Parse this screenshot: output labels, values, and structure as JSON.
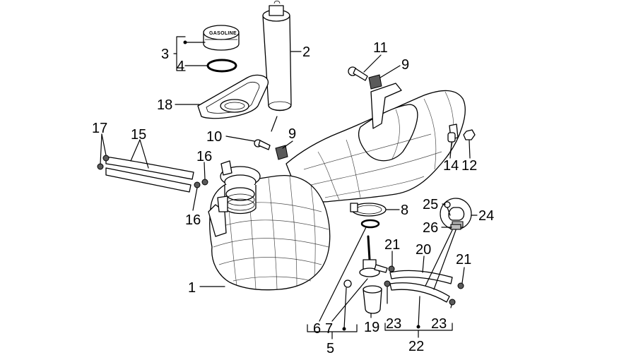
{
  "cap_text": "GASOLINE",
  "callouts": {
    "1": "1",
    "2": "2",
    "3": "3",
    "4": "4",
    "5": "5",
    "6": "6",
    "7": "7",
    "8": "8",
    "9": "9",
    "10": "10",
    "11": "11",
    "12": "12",
    "14": "14",
    "15": "15",
    "16": "16",
    "17": "17",
    "18": "18",
    "19": "19",
    "20": "20",
    "21": "21",
    "22": "22",
    "23": "23",
    "24": "24",
    "25": "25",
    "26": "26"
  }
}
